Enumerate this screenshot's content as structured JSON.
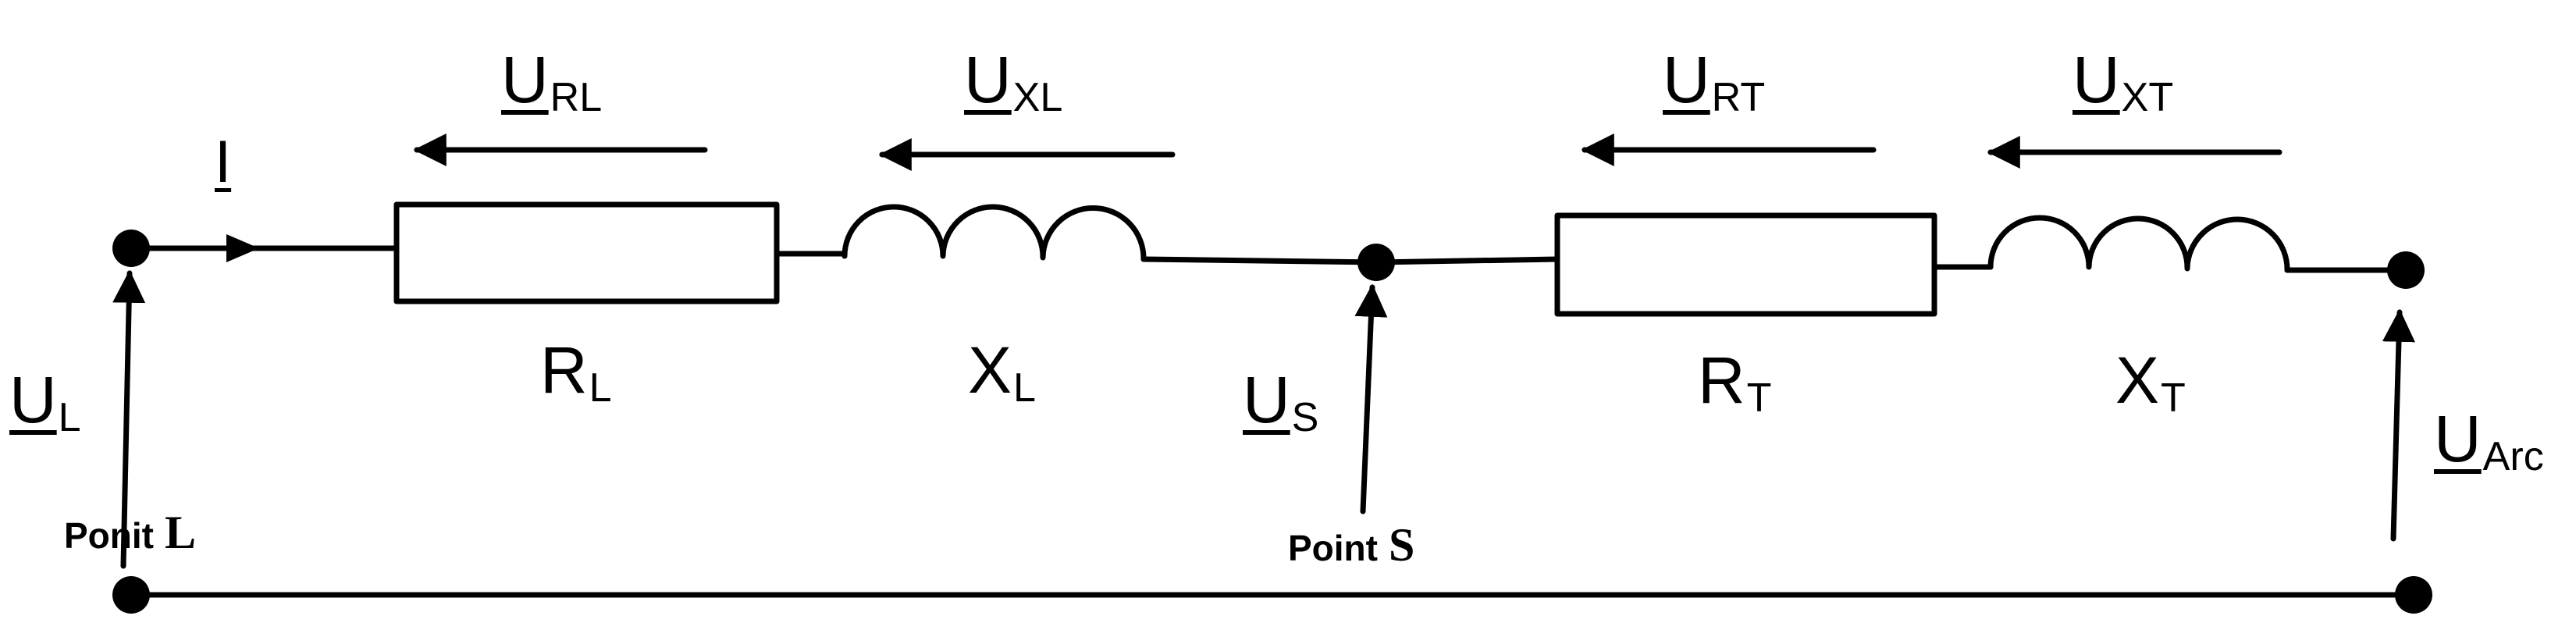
{
  "voltages": {
    "u_rl": {
      "main": "U",
      "sub": "RL"
    },
    "u_xl": {
      "main": "U",
      "sub": "XL"
    },
    "u_rt": {
      "main": "U",
      "sub": "RT"
    },
    "u_xt": {
      "main": "U",
      "sub": "XT"
    },
    "u_l": {
      "main": "U",
      "sub": "L"
    },
    "u_s": {
      "main": "U",
      "sub": "S"
    },
    "u_arc": {
      "main": "U",
      "sub": "Arc"
    }
  },
  "current": {
    "label": "I"
  },
  "components": {
    "r_l": {
      "main": "R",
      "sub": "L"
    },
    "x_l": {
      "main": "X",
      "sub": "L"
    },
    "r_t": {
      "main": "R",
      "sub": "T"
    },
    "x_t": {
      "main": "X",
      "sub": "T"
    }
  },
  "points": {
    "l": {
      "text": "Ponit",
      "letter": "L"
    },
    "s": {
      "text": "Point",
      "letter": "S"
    }
  },
  "colors": {
    "ink": "#000000",
    "background": "#ffffff"
  }
}
